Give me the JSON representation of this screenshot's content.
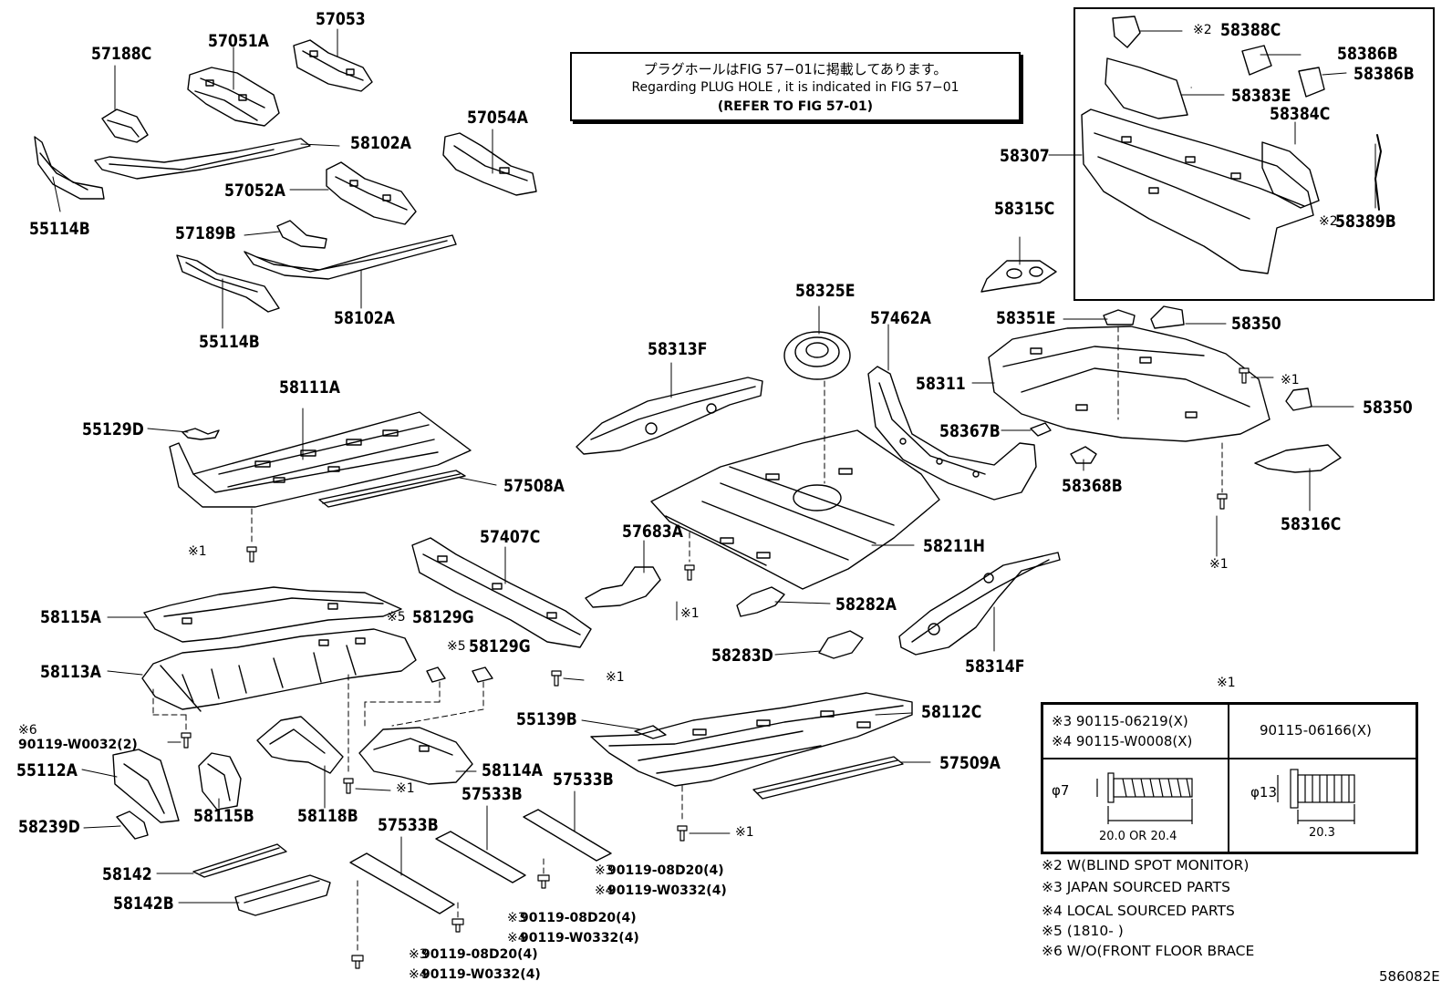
{
  "figure_id": "586082E",
  "reference_box": {
    "line_jp": "プラグホールはFIG 57−01に掲載してあります。",
    "line_en": "Regarding PLUG HOLE , it is indicated in FIG 57−01",
    "line_refer": "(REFER TO FIG 57-01)"
  },
  "part_labels": [
    {
      "id": "57188C",
      "text": "57188C"
    },
    {
      "id": "57051A",
      "text": "57051A"
    },
    {
      "id": "57053",
      "text": "57053"
    },
    {
      "id": "58102A-a",
      "text": "58102A"
    },
    {
      "id": "57054A",
      "text": "57054A"
    },
    {
      "id": "57052A",
      "text": "57052A"
    },
    {
      "id": "55114B-a",
      "text": "55114B"
    },
    {
      "id": "57189B",
      "text": "57189B"
    },
    {
      "id": "58102A-b",
      "text": "58102A"
    },
    {
      "id": "55114B-b",
      "text": "55114B"
    },
    {
      "id": "58111A",
      "text": "58111A"
    },
    {
      "id": "55129D",
      "text": "55129D"
    },
    {
      "id": "57508A",
      "text": "57508A"
    },
    {
      "id": "58115A",
      "text": "58115A"
    },
    {
      "id": "58129G-a",
      "text": "58129G"
    },
    {
      "id": "58129G-b",
      "text": "58129G"
    },
    {
      "id": "58113A",
      "text": "58113A"
    },
    {
      "id": "57407C",
      "text": "57407C"
    },
    {
      "id": "57683A",
      "text": "57683A"
    },
    {
      "id": "58313F",
      "text": "58313F"
    },
    {
      "id": "58325E",
      "text": "58325E"
    },
    {
      "id": "57462A",
      "text": "57462A"
    },
    {
      "id": "58211H",
      "text": "58211H"
    },
    {
      "id": "58282A",
      "text": "58282A"
    },
    {
      "id": "58283D",
      "text": "58283D"
    },
    {
      "id": "58314F",
      "text": "58314F"
    },
    {
      "id": "58367B",
      "text": "58367B"
    },
    {
      "id": "58368B",
      "text": "58368B"
    },
    {
      "id": "58311",
      "text": "58311"
    },
    {
      "id": "58351E",
      "text": "58351E"
    },
    {
      "id": "58350-a",
      "text": "58350"
    },
    {
      "id": "58350-b",
      "text": "58350"
    },
    {
      "id": "58316C",
      "text": "58316C"
    },
    {
      "id": "58315C",
      "text": "58315C"
    },
    {
      "id": "58307",
      "text": "58307"
    },
    {
      "id": "58388C",
      "text": "58388C"
    },
    {
      "id": "58386B-a",
      "text": "58386B"
    },
    {
      "id": "58386B-b",
      "text": "58386B"
    },
    {
      "id": "58383E",
      "text": "58383E"
    },
    {
      "id": "58384C",
      "text": "58384C"
    },
    {
      "id": "58389B",
      "text": "58389B"
    },
    {
      "id": "55112A",
      "text": "55112A"
    },
    {
      "id": "58239D",
      "text": "58239D"
    },
    {
      "id": "58115B",
      "text": "58115B"
    },
    {
      "id": "58118B",
      "text": "58118B"
    },
    {
      "id": "58114A",
      "text": "58114A"
    },
    {
      "id": "58142",
      "text": "58142"
    },
    {
      "id": "58142B",
      "text": "58142B"
    },
    {
      "id": "57533B-a",
      "text": "57533B"
    },
    {
      "id": "57533B-b",
      "text": "57533B"
    },
    {
      "id": "57533B-c",
      "text": "57533B"
    },
    {
      "id": "55139B",
      "text": "55139B"
    },
    {
      "id": "58112C",
      "text": "58112C"
    },
    {
      "id": "57509A",
      "text": "57509A"
    }
  ],
  "marks": {
    "m1": "※1",
    "m2": "※2",
    "m3": "※3",
    "m4": "※4",
    "m5": "※5",
    "m6": "※6"
  },
  "bolt_callouts": {
    "front_bolt": "90119-W0032(2)",
    "b1_a": "90119-08D20(4)",
    "b1_b": "90119-W0332(4)",
    "b2_a": "90119-08D20(4)",
    "b2_b": "90119-W0332(4)",
    "b3_a": "90119-08D20(4)",
    "b3_b": "90119-W0332(4)"
  },
  "fastener_table": {
    "title": "※1",
    "col1_line1": "※3 90115-06219(X)",
    "col1_line2": "※4 90115-W0008(X)",
    "col2": "90115-06166(X)",
    "col1_dia": "φ7",
    "col1_len": "20.0 OR 20.4",
    "col2_dia": "φ13",
    "col2_len": "20.3"
  },
  "notes": [
    "※2 W(BLIND SPOT MONITOR)",
    "※3 JAPAN SOURCED PARTS",
    "※4 LOCAL SOURCED PARTS",
    "※5 (1810-      )",
    "※6 W/O(FRONT FLOOR BRACE"
  ]
}
